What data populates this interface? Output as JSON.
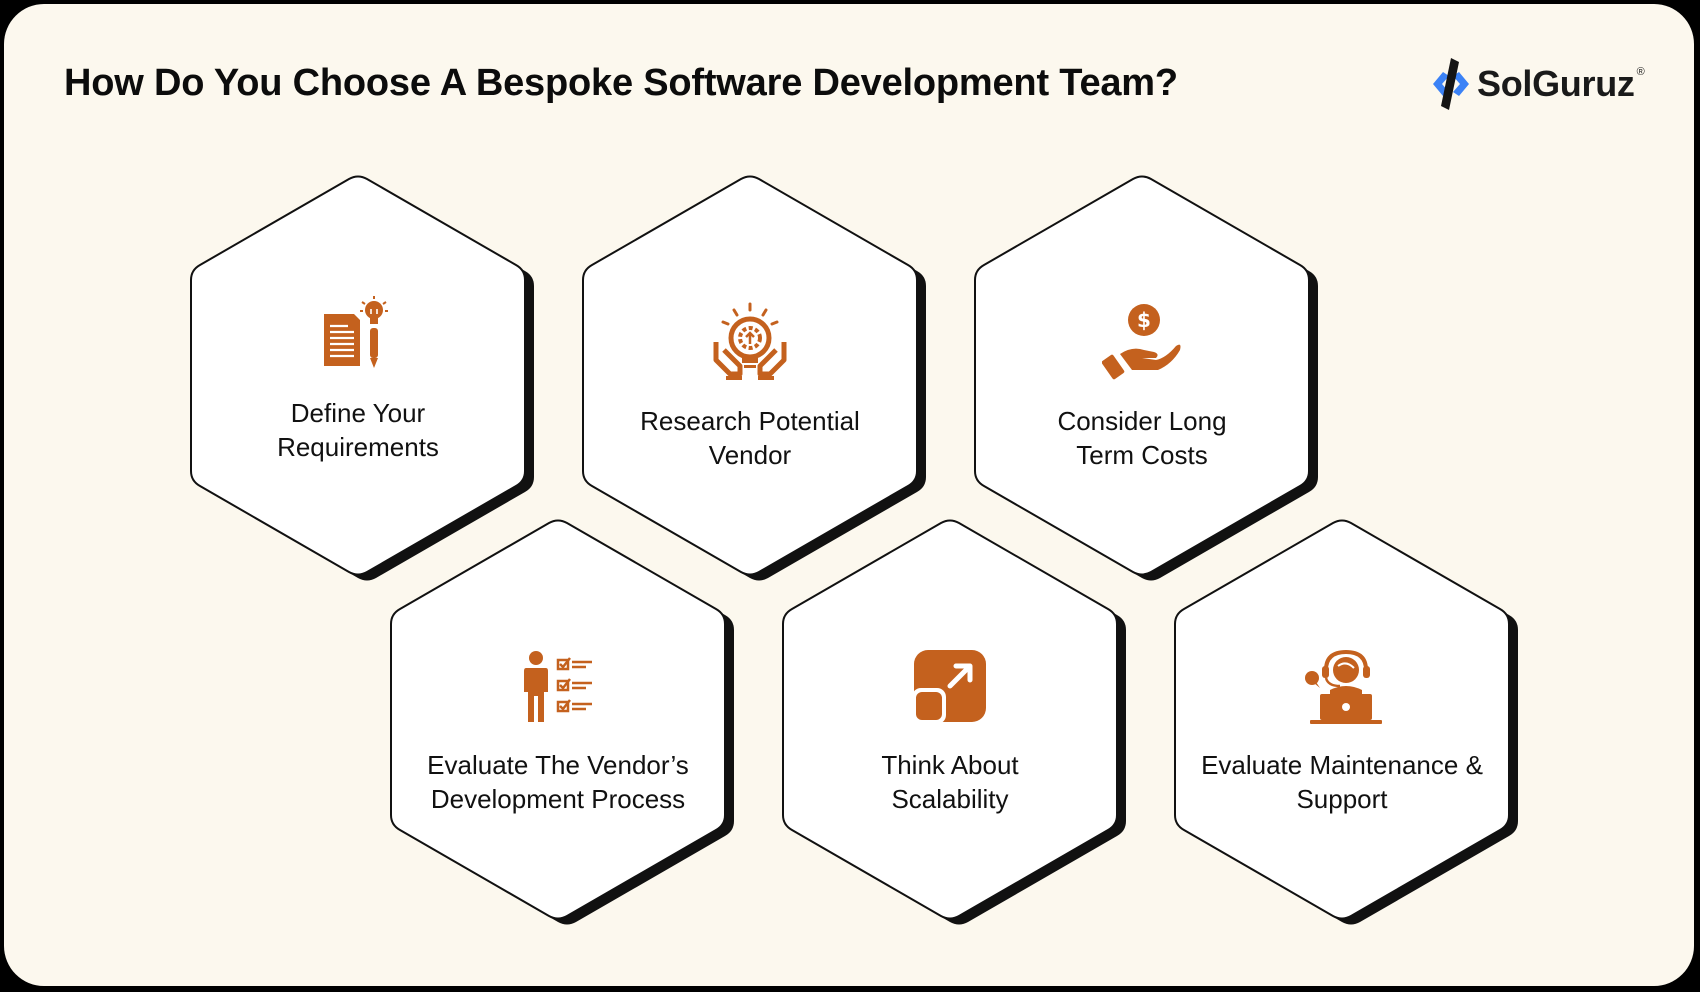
{
  "header": {
    "title": "How Do You Choose A Bespoke Software Development Team?",
    "logo": {
      "text": "SolGuruz",
      "registered_mark": "®",
      "mark_icon": "solguruz-logo-icon"
    }
  },
  "colors": {
    "background": "#fcf8ee",
    "frame": "#000000",
    "hex_fill": "#ffffff",
    "hex_stroke": "#111111",
    "icon_accent": "#c4611e",
    "logo_blue": "#3b82f6",
    "text": "#111111"
  },
  "steps": [
    {
      "label": "Define Your Requirements",
      "line1": "Define Your",
      "line2": "Requirements",
      "icon": "document-lightbulb-pencil-icon"
    },
    {
      "label": "Research Potential Vendor",
      "line1": "Research Potential",
      "line2": "Vendor",
      "icon": "hands-lightbulb-gear-icon"
    },
    {
      "label": "Consider Long Term Costs",
      "line1": "Consider Long",
      "line2": "Term Costs",
      "icon": "hand-dollar-coin-icon"
    },
    {
      "label": "Evaluate The Vendor’s Development Process",
      "line1": "Evaluate The Vendor’s",
      "line2": "Development Process",
      "icon": "person-checklist-icon"
    },
    {
      "label": "Think About Scalability",
      "line1": "Think About",
      "line2": "Scalability",
      "icon": "scale-up-arrow-icon"
    },
    {
      "label": "Evaluate Maintenance & Support",
      "line1": "Evaluate Maintenance &",
      "line2": "Support",
      "icon": "support-agent-laptop-icon"
    }
  ]
}
